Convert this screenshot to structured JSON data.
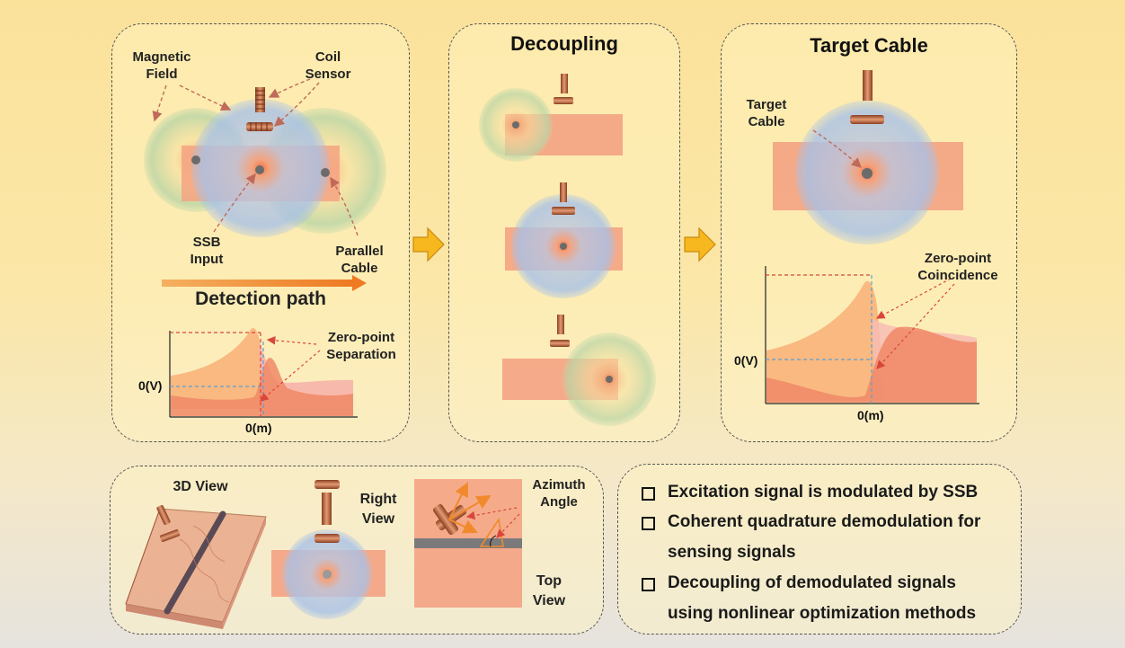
{
  "panel1": {
    "magnetic_field": "Magnetic\nField",
    "coil_sensor": "Coil\nSensor",
    "ssb_input": "SSB\nInput",
    "parallel_cable": "Parallel\nCable",
    "detection_path": "Detection path",
    "zero_point_separation": "Zero-point\nSeparation",
    "y_zero": "0(V)",
    "x_zero": "0(m)"
  },
  "panel2": {
    "title": "Decoupling"
  },
  "panel3": {
    "title": "Target Cable",
    "target_cable": "Target\nCable",
    "zero_point_coincidence": "Zero-point\nCoincidence",
    "y_zero": "0(V)",
    "x_zero": "0(m)"
  },
  "panel4": {
    "view_3d": "3D View",
    "right_view": "Right\nView",
    "azimuth_angle": "Azimuth\nAngle",
    "top_view": "Top\nView"
  },
  "bullets": [
    "Excitation signal is modulated by SSB",
    "Coherent quadrature demodulation for\nsensing signals",
    "Decoupling of demodulated signals\nusing nonlinear optimization methods"
  ],
  "colors": {
    "cable": "#f4a383",
    "field_blue": "#a8c4e6",
    "field_green": "#bcd7a8",
    "coil": "#b8633c",
    "arrow_orange": "#f08a2c",
    "arrow_yellow": "#f6b81e"
  }
}
